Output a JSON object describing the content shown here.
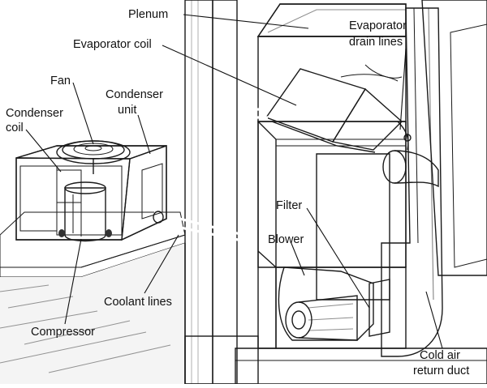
{
  "labels": {
    "plenum": "Plenum",
    "evaporator_coil": "Evaporator coil",
    "evaporator_drain_lines_1": "Evaporator",
    "evaporator_drain_lines_2": "drain lines",
    "fan": "Fan",
    "condenser_unit_1": "Condenser",
    "condenser_unit_2": "unit",
    "condenser_coil_1": "Condenser",
    "condenser_coil_2": "coil",
    "filter": "Filter",
    "blower": "Blower",
    "coolant_lines": "Coolant lines",
    "compressor": "Compressor",
    "cold_air_return_duct_1": "Cold air",
    "cold_air_return_duct_2": "return duct"
  },
  "colors": {
    "line": "#1a1a1a",
    "shade": "#9a9a9a",
    "light_shade": "#d6d6d6",
    "background": "#ffffff"
  }
}
